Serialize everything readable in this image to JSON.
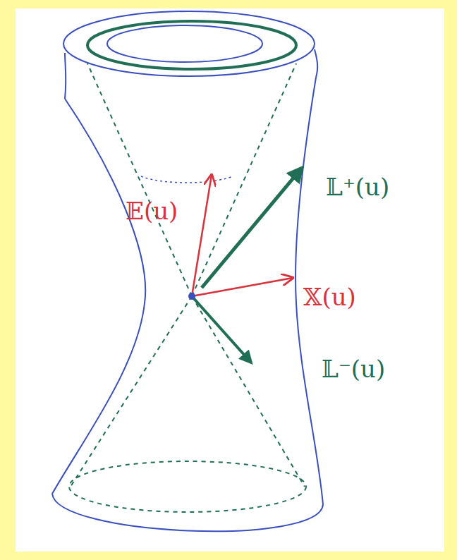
{
  "diagram": {
    "labels": [
      "𝔼(u)",
      "𝕏(u)",
      "𝕃⁺(u)",
      "𝕃⁻(u)"
    ]
  }
}
